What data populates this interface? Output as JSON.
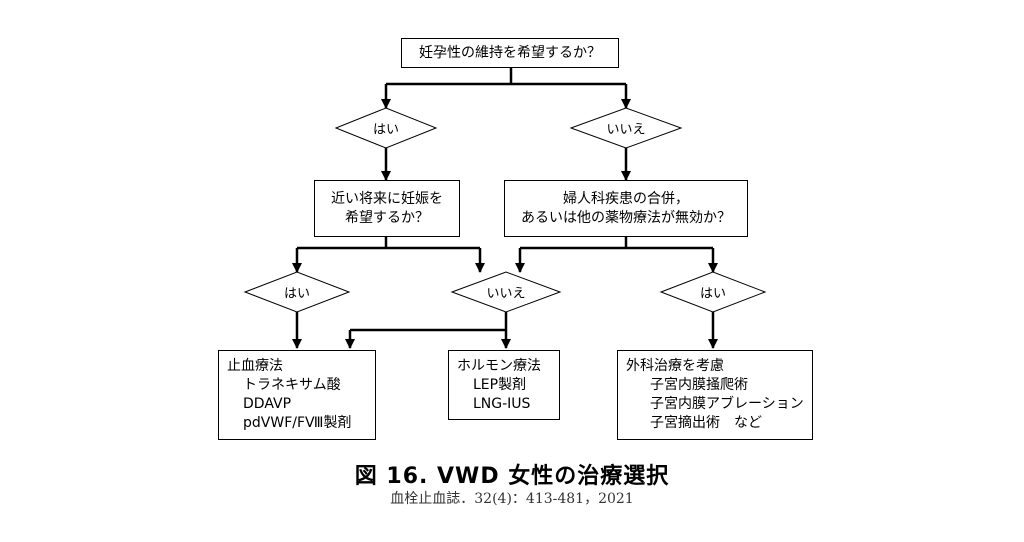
{
  "nodes": {
    "q1": "妊孕性の維持を希望するか？",
    "yes1": "はい",
    "no1": "いいえ",
    "q2_lines": [
      "近い将来に妊娠を",
      "希望するか？"
    ],
    "q3_lines": [
      "婦人科疾患の合併，",
      "あるいは他の薬物療法が無効か？"
    ],
    "yes2": "はい",
    "no2": "いいえ",
    "yes3": "はい"
  },
  "outcomes": {
    "hemostatic": {
      "title": "止血療法",
      "items": [
        "トラネキサム酸",
        "DDAVP",
        "pdVWF/FⅧ製剤"
      ]
    },
    "hormone": {
      "title": "ホルモン療法",
      "items": [
        "LEP製剤",
        "LNG-IUS"
      ]
    },
    "surgery": {
      "title": "外科治療を考慮",
      "items": [
        "子宮内膜掻爬術",
        "子宮内膜アブレーション",
        "子宮摘出術　など"
      ]
    }
  },
  "caption": "図 16.  VWD 女性の治療選択",
  "source": "血栓止血誌．32(4)：413-481，2021"
}
